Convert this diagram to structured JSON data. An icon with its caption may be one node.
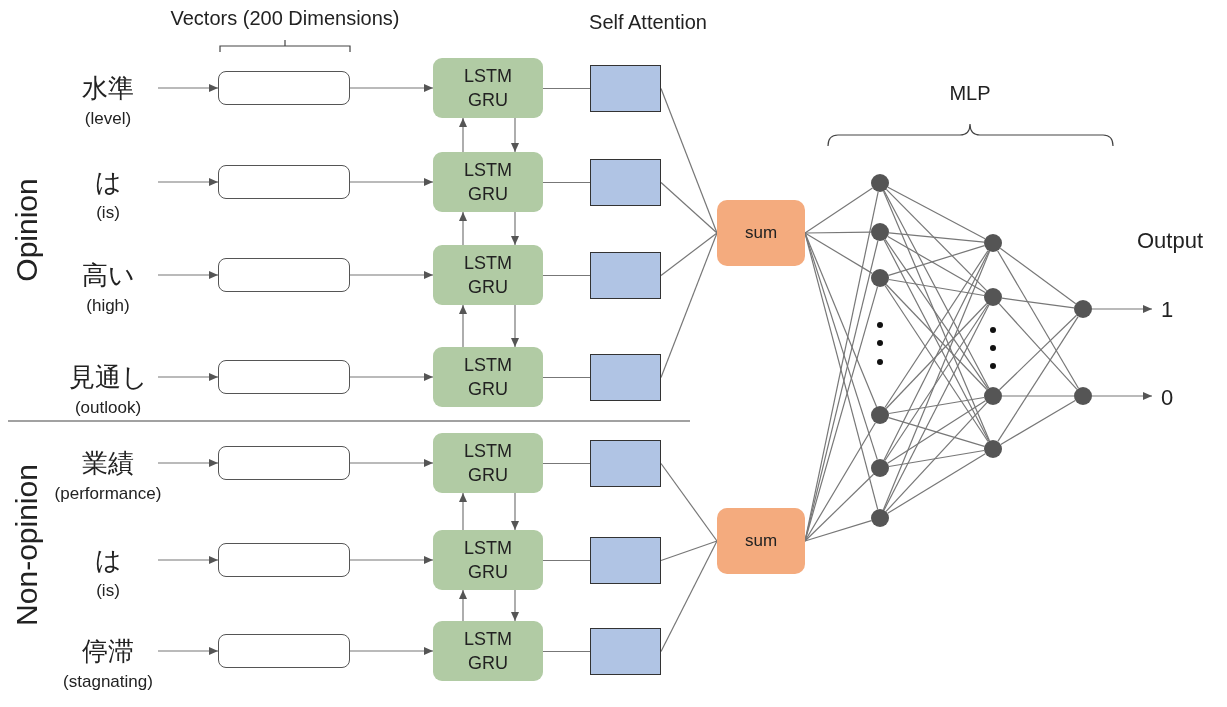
{
  "diagram": {
    "nodes": [
      {
        "text": [
          "水準"
        ],
        "beside": [
          "(level)"
        ]
      },
      {
        "text": [],
        "shape": "box"
      },
      {
        "text": [
          "LSTM GRU"
        ]
      },
      {
        "text": [],
        "shape": "box"
      },
      {
        "text": [
          "は"
        ],
        "beside": [
          "(is)"
        ]
      },
      {
        "text": [],
        "shape": "box"
      },
      {
        "text": [
          "LSTM GRU"
        ]
      },
      {
        "text": [],
        "shape": "box"
      },
      {
        "text": [
          "高い"
        ],
        "beside": [
          "(high)"
        ]
      },
      {
        "text": [],
        "shape": "box"
      },
      {
        "text": [
          "LSTM GRU"
        ]
      },
      {
        "text": [],
        "shape": "box"
      },
      {
        "text": [
          "見通し"
        ],
        "beside": [
          "(outlook)"
        ]
      },
      {
        "text": [],
        "shape": "box"
      },
      {
        "text": [
          "LSTM GRU"
        ]
      },
      {
        "text": [],
        "shape": "box"
      },
      {
        "text": [
          "業績"
        ],
        "beside": [
          "(performance)"
        ]
      },
      {
        "text": [],
        "shape": "box"
      },
      {
        "text": [
          "LSTM GRU"
        ]
      },
      {
        "text": [],
        "shape": "box"
      },
      {
        "text": [
          "は"
        ],
        "beside": [
          "(is)"
        ]
      },
      {
        "text": [],
        "shape": "box"
      },
      {
        "text": [
          "LSTM GRU"
        ]
      },
      {
        "text": [],
        "shape": "box"
      },
      {
        "text": [
          "停滞"
        ],
        "beside": [
          "(stagnating)"
        ]
      },
      {
        "text": [],
        "shape": "box"
      },
      {
        "text": [
          "LSTM GRU"
        ]
      },
      {
        "text": [],
        "shape": "box"
      },
      {
        "text": [
          "sum"
        ]
      },
      {
        "text": [
          "sum"
        ]
      },
      {
        "text": [],
        "shape": "circle"
      },
      {
        "text": [],
        "shape": "circle"
      },
      {
        "text": [],
        "shape": "circle"
      },
      {
        "text": [],
        "shape": "circle"
      },
      {
        "text": [],
        "shape": "circle"
      },
      {
        "text": [],
        "shape": "circle"
      },
      {
        "text": [],
        "shape": "circle"
      },
      {
        "text": [],
        "shape": "circle"
      },
      {
        "text": [],
        "shape": "circle"
      },
      {
        "text": [],
        "shape": "circle"
      },
      {
        "text": [],
        "shape": "circle"
      },
      {
        "text": [],
        "shape": "circle"
      },
      {
        "text": [
          "1"
        ]
      },
      {
        "text": [
          "0"
        ]
      }
    ],
    "edges": [
      {
        "from": 0,
        "to": 1,
        "arrow": "to"
      },
      {
        "from": 1,
        "to": 2,
        "arrow": "to"
      },
      {
        "from": 2,
        "to": 3,
        "arrow": "none"
      },
      {
        "from": 4,
        "to": 5,
        "arrow": "to"
      },
      {
        "from": 5,
        "to": 6,
        "arrow": "to"
      },
      {
        "from": 6,
        "to": 7,
        "arrow": "none"
      },
      {
        "from": 8,
        "to": 9,
        "arrow": "to"
      },
      {
        "from": 9,
        "to": 10,
        "arrow": "to"
      },
      {
        "from": 10,
        "to": 11,
        "arrow": "none"
      },
      {
        "from": 12,
        "to": 13,
        "arrow": "to"
      },
      {
        "from": 13,
        "to": 14,
        "arrow": "to"
      },
      {
        "from": 14,
        "to": 15,
        "arrow": "none"
      },
      {
        "from": 16,
        "to": 17,
        "arrow": "to"
      },
      {
        "from": 17,
        "to": 18,
        "arrow": "to"
      },
      {
        "from": 18,
        "to": 19,
        "arrow": "none"
      },
      {
        "from": 20,
        "to": 21,
        "arrow": "to"
      },
      {
        "from": 21,
        "to": 22,
        "arrow": "to"
      },
      {
        "from": 22,
        "to": 23,
        "arrow": "none"
      },
      {
        "from": 24,
        "to": 25,
        "arrow": "to"
      },
      {
        "from": 25,
        "to": 26,
        "arrow": "to"
      },
      {
        "from": 26,
        "to": 27,
        "arrow": "none"
      },
      {
        "from": 6,
        "to": 2,
        "arrow": "to"
      },
      {
        "from": 2,
        "to": 6,
        "arrow": "to"
      },
      {
        "from": 10,
        "to": 6,
        "arrow": "to"
      },
      {
        "from": 6,
        "to": 10,
        "arrow": "to"
      },
      {
        "from": 14,
        "to": 10,
        "arrow": "to"
      },
      {
        "from": 10,
        "to": 14,
        "arrow": "to"
      },
      {
        "from": 22,
        "to": 18,
        "arrow": "to"
      },
      {
        "from": 18,
        "to": 22,
        "arrow": "to"
      },
      {
        "from": 26,
        "to": 22,
        "arrow": "to"
      },
      {
        "from": 22,
        "to": 26,
        "arrow": "to"
      },
      {
        "from": 3,
        "to": 28,
        "arrow": "none"
      },
      {
        "from": 7,
        "to": 28,
        "arrow": "none"
      },
      {
        "from": 11,
        "to": 28,
        "arrow": "none"
      },
      {
        "from": 15,
        "to": 28,
        "arrow": "none"
      },
      {
        "from": 19,
        "to": 29,
        "arrow": "none"
      },
      {
        "from": 23,
        "to": 29,
        "arrow": "none"
      },
      {
        "from": 27,
        "to": 29,
        "arrow": "none"
      },
      {
        "from": 28,
        "to": 30,
        "arrow": "none"
      },
      {
        "from": 28,
        "to": 31,
        "arrow": "none"
      },
      {
        "from": 28,
        "to": 32,
        "arrow": "none"
      },
      {
        "from": 28,
        "to": 33,
        "arrow": "none"
      },
      {
        "from": 28,
        "to": 34,
        "arrow": "none"
      },
      {
        "from": 28,
        "to": 35,
        "arrow": "none"
      },
      {
        "from": 29,
        "to": 30,
        "arrow": "none"
      },
      {
        "from": 29,
        "to": 31,
        "arrow": "none"
      },
      {
        "from": 29,
        "to": 32,
        "arrow": "none"
      },
      {
        "from": 29,
        "to": 33,
        "arrow": "none"
      },
      {
        "from": 29,
        "to": 34,
        "arrow": "none"
      },
      {
        "from": 29,
        "to": 35,
        "arrow": "none"
      },
      {
        "from": 30,
        "to": 36,
        "arrow": "none"
      },
      {
        "from": 30,
        "to": 37,
        "arrow": "none"
      },
      {
        "from": 30,
        "to": 38,
        "arrow": "none"
      },
      {
        "from": 30,
        "to": 39,
        "arrow": "none"
      },
      {
        "from": 31,
        "to": 36,
        "arrow": "none"
      },
      {
        "from": 31,
        "to": 37,
        "arrow": "none"
      },
      {
        "from": 31,
        "to": 38,
        "arrow": "none"
      },
      {
        "from": 31,
        "to": 39,
        "arrow": "none"
      },
      {
        "from": 32,
        "to": 36,
        "arrow": "none"
      },
      {
        "from": 32,
        "to": 37,
        "arrow": "none"
      },
      {
        "from": 32,
        "to": 38,
        "arrow": "none"
      },
      {
        "from": 32,
        "to": 39,
        "arrow": "none"
      },
      {
        "from": 33,
        "to": 36,
        "arrow": "none"
      },
      {
        "from": 33,
        "to": 37,
        "arrow": "none"
      },
      {
        "from": 33,
        "to": 38,
        "arrow": "none"
      },
      {
        "from": 33,
        "to": 39,
        "arrow": "none"
      },
      {
        "from": 34,
        "to": 36,
        "arrow": "none"
      },
      {
        "from": 34,
        "to": 37,
        "arrow": "none"
      },
      {
        "from": 34,
        "to": 38,
        "arrow": "none"
      },
      {
        "from": 34,
        "to": 39,
        "arrow": "none"
      },
      {
        "from": 35,
        "to": 36,
        "arrow": "none"
      },
      {
        "from": 35,
        "to": 37,
        "arrow": "none"
      },
      {
        "from": 35,
        "to": 38,
        "arrow": "none"
      },
      {
        "from": 35,
        "to": 39,
        "arrow": "none"
      },
      {
        "from": 36,
        "to": 40,
        "arrow": "none"
      },
      {
        "from": 36,
        "to": 41,
        "arrow": "none"
      },
      {
        "from": 37,
        "to": 40,
        "arrow": "none"
      },
      {
        "from": 37,
        "to": 41,
        "arrow": "none"
      },
      {
        "from": 38,
        "to": 40,
        "arrow": "none"
      },
      {
        "from": 38,
        "to": 41,
        "arrow": "none"
      },
      {
        "from": 39,
        "to": 40,
        "arrow": "none"
      },
      {
        "from": 39,
        "to": 41,
        "arrow": "none"
      },
      {
        "from": 40,
        "to": 42,
        "arrow": "to"
      },
      {
        "from": 41,
        "to": 43,
        "arrow": "to"
      }
    ],
    "labels": [
      "Vectors (200 Dimensions)",
      "Self Attention",
      "MLP",
      "Output",
      "Opinion",
      "Non-opinion"
    ]
  }
}
